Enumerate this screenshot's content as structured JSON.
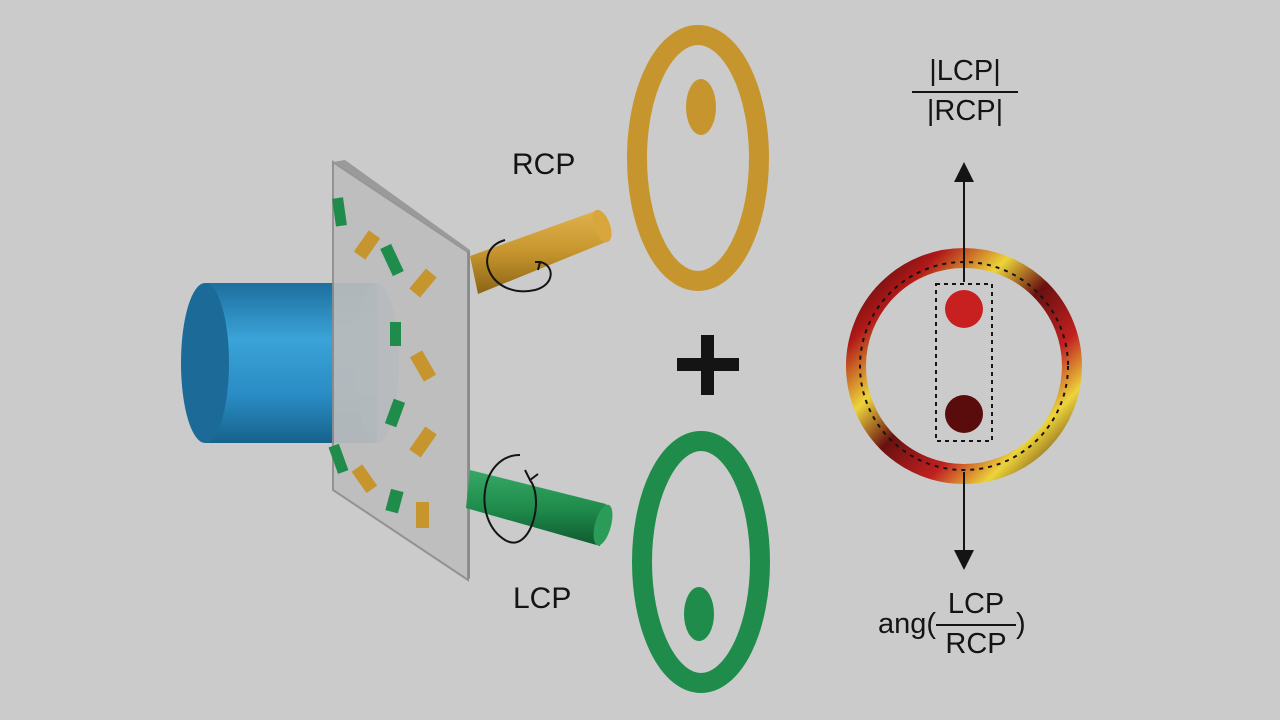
{
  "labels": {
    "rcp": "RCP",
    "lcp": "LCP",
    "plus": "+"
  },
  "amplitude_ratio": {
    "numerator": "|LCP|",
    "denominator": "|RCP|"
  },
  "phase_ratio": {
    "prefix": "ang(",
    "numerator": "LCP",
    "denominator": "RCP",
    "suffix": ")"
  },
  "colors": {
    "background": "#cbcbcb",
    "beam_source": "#2a8cc4",
    "rcp_beam": "#c7952e",
    "lcp_beam": "#1f8c4c",
    "metasurface": "#bfbfbf",
    "ring_gradient_dark": "#3a0a0a",
    "ring_gradient_red": "#b01818",
    "ring_gradient_yellow": "#ecd43a"
  }
}
